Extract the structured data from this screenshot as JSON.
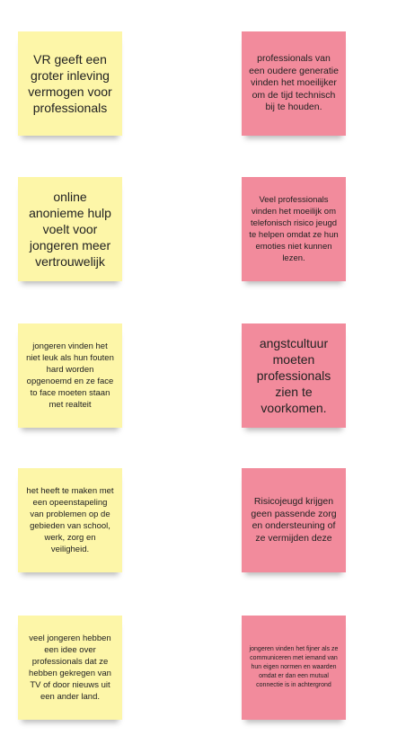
{
  "notes": [
    {
      "color": "#fdf6a8",
      "text": "VR geeft een groter inleving vermogen voor professionals"
    },
    {
      "color": "#f28b9c",
      "text": "professionals van een oudere generatie vinden het moeilijker om de tijd technisch bij te houden."
    },
    {
      "color": "#fdf6a8",
      "text": "online anonieme hulp voelt voor jongeren meer vertrouwelijk"
    },
    {
      "color": "#f28b9c",
      "text": "Veel professionals vinden het moeilijk om telefonisch risico jeugd te helpen omdat ze hun emoties niet kunnen lezen."
    },
    {
      "color": "#fdf6a8",
      "text": "jongeren vinden het niet leuk als hun fouten hard worden opgenoemd en ze face to face moeten staan met realteit"
    },
    {
      "color": "#f28b9c",
      "text": "angstcultuur moeten professionals zien te voorkomen."
    },
    {
      "color": "#fdf6a8",
      "text": "het heeft te maken met een opeenstapeling van problemen op de gebieden van school, werk, zorg en veiligheid."
    },
    {
      "color": "#f28b9c",
      "text": "Risicojeugd krijgen geen passende zorg en ondersteuning of ze vermijden deze"
    },
    {
      "color": "#fdf6a8",
      "text": "veel jongeren hebben een idee over professionals dat ze hebben gekregen van TV of door nieuws uit een ander land."
    },
    {
      "color": "#f28b9c",
      "text": "jongeren vinden het fijner als ze communiceren met iemand van hun eigen normen en waarden omdat er dan een mutual connectie is in achtergrond"
    }
  ]
}
